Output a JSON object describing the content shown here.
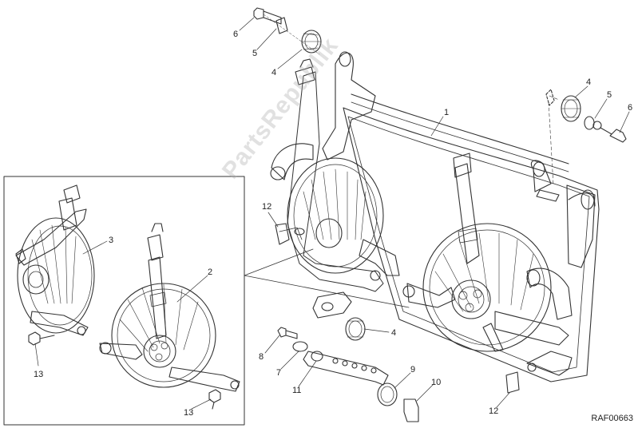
{
  "diagram": {
    "ref_code": "RAF00663",
    "watermark_text": "PartsRepublik",
    "line_color": "#333333",
    "callouts": [
      {
        "id": "c6a",
        "text": "6"
      },
      {
        "id": "c5a",
        "text": "5"
      },
      {
        "id": "c4a",
        "text": "4"
      },
      {
        "id": "c1",
        "text": "1"
      },
      {
        "id": "c4b",
        "text": "4"
      },
      {
        "id": "c5b",
        "text": "5"
      },
      {
        "id": "c6b",
        "text": "6"
      },
      {
        "id": "c3",
        "text": "3"
      },
      {
        "id": "c2",
        "text": "2"
      },
      {
        "id": "c12a",
        "text": "12"
      },
      {
        "id": "c13a",
        "text": "13"
      },
      {
        "id": "c13b",
        "text": "13"
      },
      {
        "id": "c8",
        "text": "8"
      },
      {
        "id": "c7",
        "text": "7"
      },
      {
        "id": "c11",
        "text": "11"
      },
      {
        "id": "c4c",
        "text": "4"
      },
      {
        "id": "c9",
        "text": "9"
      },
      {
        "id": "c10",
        "text": "10"
      },
      {
        "id": "c12b",
        "text": "12"
      }
    ]
  }
}
